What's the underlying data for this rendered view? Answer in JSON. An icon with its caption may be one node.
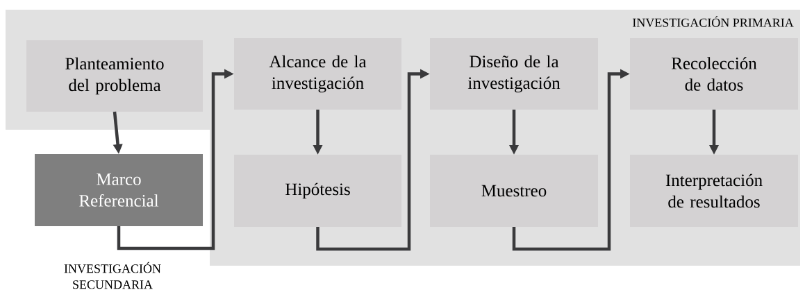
{
  "diagram": {
    "nodes": [
      {
        "text": [
          "INVESTIGACIÓN PRIMARIA"
        ]
      },
      {
        "text": [
          "Planteamiento del problema"
        ],
        "in": 0
      },
      {
        "text": [
          "Marco Referencial"
        ]
      },
      {
        "text": [
          "Alcance de la investigación"
        ],
        "in": 0
      },
      {
        "text": [
          "Hipótesis"
        ],
        "in": 0
      },
      {
        "text": [
          "Diseño de la investigación"
        ],
        "in": 0
      },
      {
        "text": [
          "Muestreo"
        ],
        "in": 0
      },
      {
        "text": [
          "Recolección de datos"
        ],
        "in": 0
      },
      {
        "text": [
          "Interpretación de resultados"
        ],
        "in": 0
      }
    ],
    "edges": [
      {
        "from": 1,
        "to": 2,
        "arrow": "to"
      },
      {
        "from": 2,
        "to": 3,
        "arrow": "to"
      },
      {
        "from": 3,
        "to": 4,
        "arrow": "to"
      },
      {
        "from": 4,
        "to": 5,
        "arrow": "to"
      },
      {
        "from": 5,
        "to": 6,
        "arrow": "to"
      },
      {
        "from": 6,
        "to": 7,
        "arrow": "to"
      },
      {
        "from": 7,
        "to": 8,
        "arrow": "to"
      }
    ],
    "labels": [
      "INVESTIGACIÓN SECUNDARIA"
    ]
  }
}
